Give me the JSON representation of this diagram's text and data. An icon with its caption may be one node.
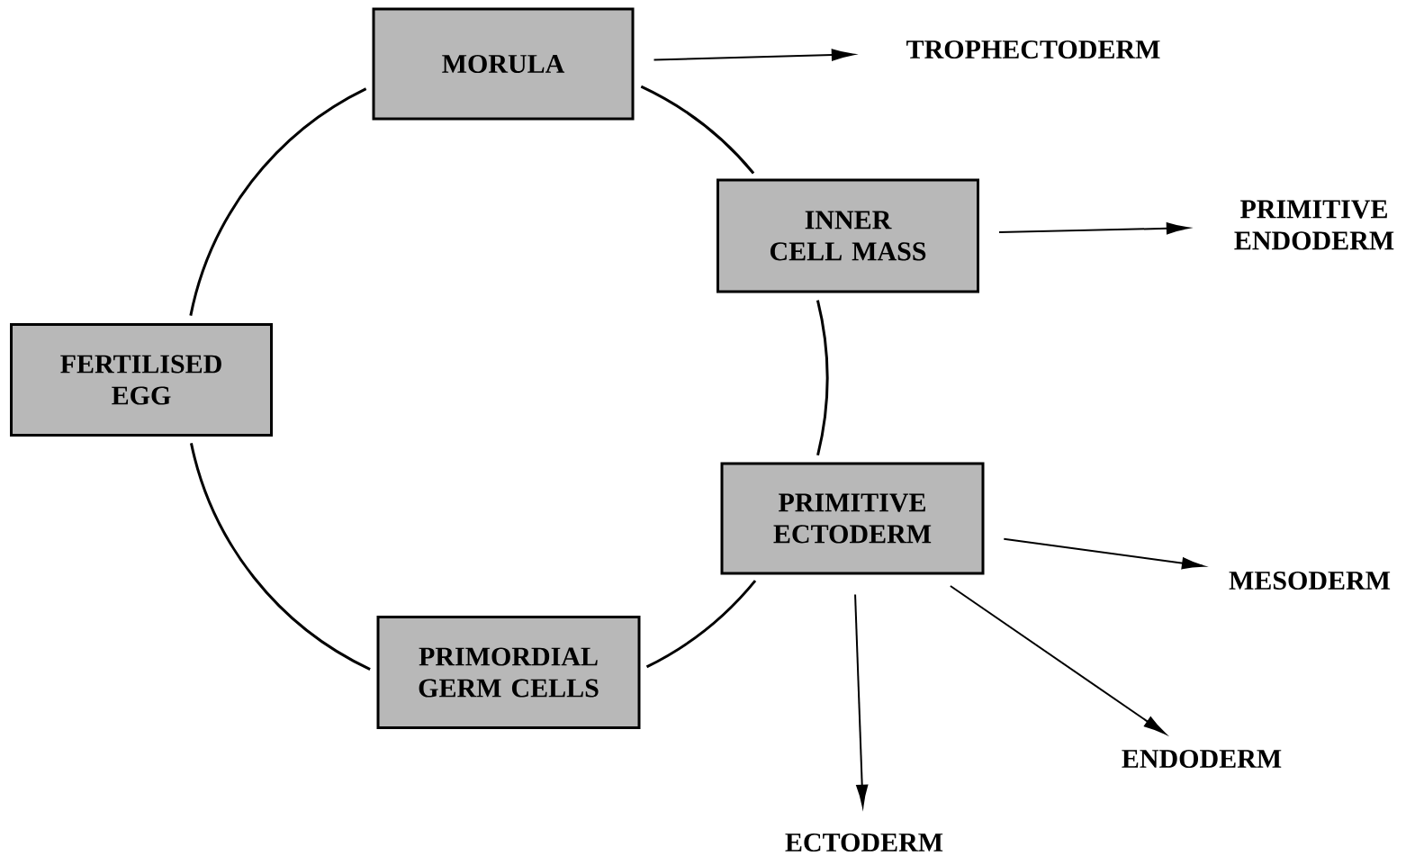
{
  "diagram": {
    "nodes": [
      {
        "text": [
          "MORULA"
        ]
      },
      {
        "text": [
          "TROPHECTODERM"
        ]
      },
      {
        "text": [
          "INNER CELL MASS"
        ]
      },
      {
        "text": [
          "PRIMITIVE ENDODERM"
        ]
      },
      {
        "text": [
          "FERTILISED EGG"
        ]
      },
      {
        "text": [
          "PRIMITIVE ECTODERM"
        ]
      },
      {
        "text": [
          "MESODERM"
        ]
      },
      {
        "text": [
          "PRIMORDIAL GERM CELLS"
        ]
      },
      {
        "text": [
          "ENDODERM"
        ]
      },
      {
        "text": [
          "ECTODERM"
        ]
      }
    ],
    "edges": [
      {
        "from": 4,
        "to": 0,
        "arrow": "none"
      },
      {
        "from": 0,
        "to": 2,
        "arrow": "none"
      },
      {
        "from": 2,
        "to": 5,
        "arrow": "none"
      },
      {
        "from": 5,
        "to": 7,
        "arrow": "none"
      },
      {
        "from": 7,
        "to": 4,
        "arrow": "none"
      },
      {
        "from": 0,
        "to": 1,
        "arrow": "to"
      },
      {
        "from": 2,
        "to": 3,
        "arrow": "to"
      },
      {
        "from": 5,
        "to": 6,
        "arrow": "to"
      },
      {
        "from": 5,
        "to": 8,
        "arrow": "to"
      },
      {
        "from": 5,
        "to": 9,
        "arrow": "to"
      }
    ]
  }
}
